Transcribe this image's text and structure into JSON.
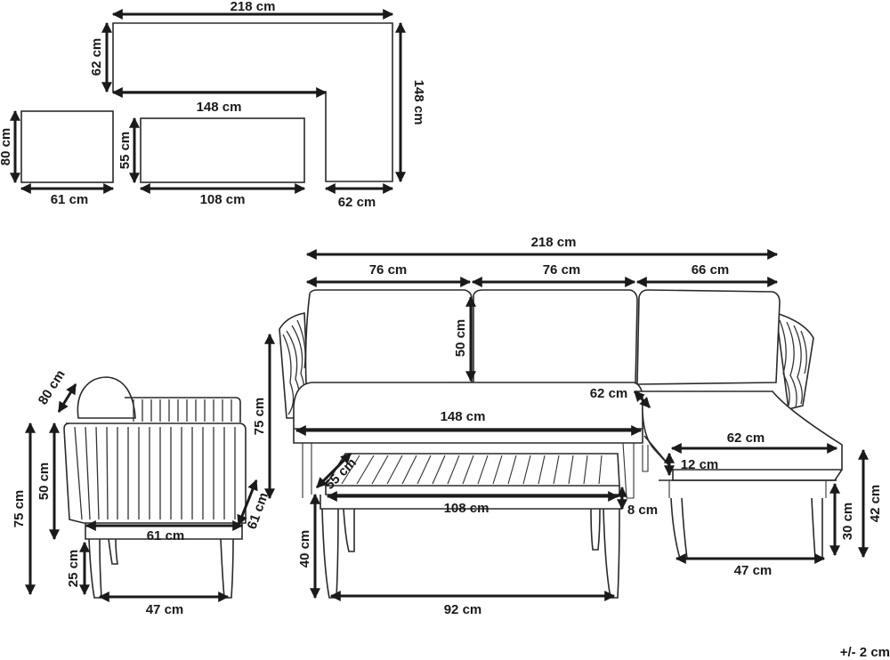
{
  "tolerance": "+/- 2 cm",
  "plan_view": {
    "sofa_width": "218 cm",
    "sofa_depth": "62 cm",
    "inner_width": "148 cm",
    "chaise_length": "148 cm",
    "chaise_width": "62 cm",
    "chair_depth": "80 cm",
    "chair_width": "61 cm",
    "table_depth": "55 cm",
    "table_width": "108 cm"
  },
  "sofa": {
    "total_width": "218 cm",
    "cushion_1_width": "76 cm",
    "cushion_2_width": "76 cm",
    "chaise_cushion_width": "66 cm",
    "back_height": "50 cm",
    "total_height": "75 cm",
    "seat_depth": "62 cm",
    "seat_width": "148 cm",
    "chaise_seat_depth": "62 cm",
    "cushion_thickness": "12 cm",
    "leg_height": "30 cm",
    "seat_height": "42 cm",
    "leg_span": "47 cm"
  },
  "chair": {
    "depth": "80 cm",
    "back_height": "50 cm",
    "total_height": "75 cm",
    "seat_depth": "61 cm",
    "width": "61 cm",
    "leg_height": "25 cm",
    "leg_span": "47 cm"
  },
  "table": {
    "depth": "55 cm",
    "width": "108 cm",
    "top_thickness": "8 cm",
    "height": "40 cm",
    "leg_span": "92 cm"
  }
}
